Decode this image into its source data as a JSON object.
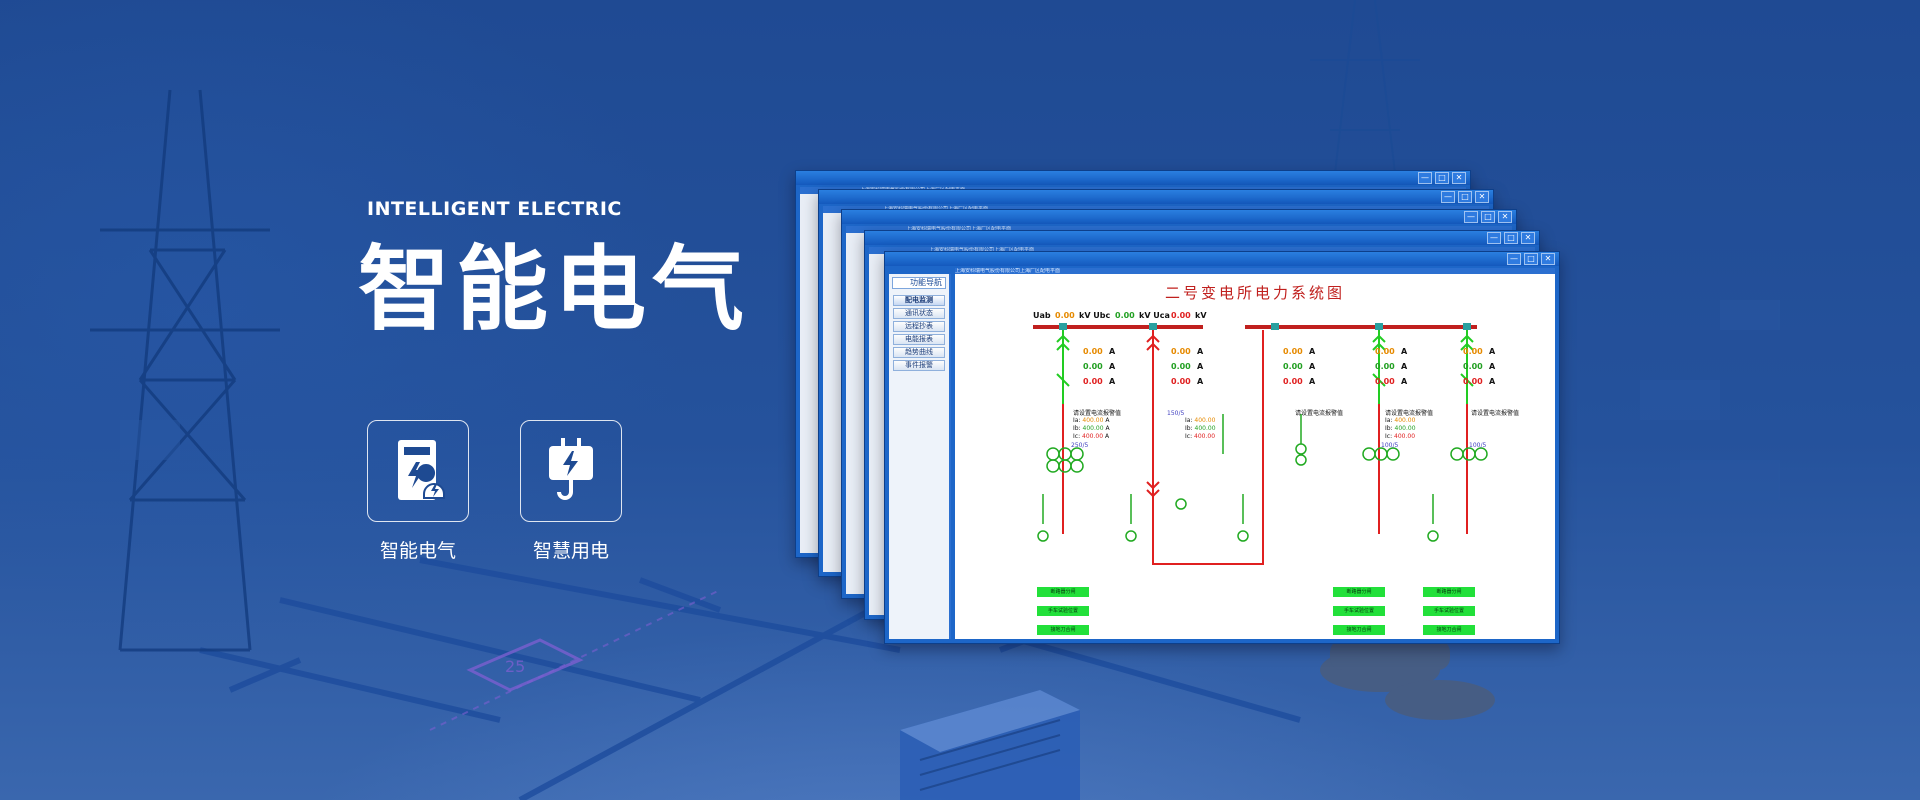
{
  "hero": {
    "kicker": "INTELLIGENT ELECTRIC",
    "title": "智能电气"
  },
  "features": [
    {
      "label": "智能电气",
      "icon": "smart-meter-icon"
    },
    {
      "label": "智慧用电",
      "icon": "power-plug-icon"
    }
  ],
  "app": {
    "window_title": "上海安科瑞电气股份有限公司上海厂区配电平面",
    "nav_title": "功能导航",
    "nav_items": [
      "配电监测",
      "通讯状态",
      "远程抄表",
      "电能报表",
      "趋势曲线",
      "事件报警"
    ],
    "scheme_title": "二号变电所电力系统图",
    "bus_left": {
      "uab_label": "Uab",
      "uab": "0.00",
      "ubc_label": "kV Ubc",
      "ubc": "0.00",
      "uca_label": "kV Uca",
      "uca": "0.00",
      "unit": "kV"
    },
    "current_unit": "A",
    "zero": "0.00",
    "limit_label": "请设置电流报警值",
    "limit_rows": [
      "Ia:",
      "Ib:",
      "Ic:"
    ],
    "limit_value": "400.00",
    "limit_unit": "A",
    "ct_ratio": "250/5",
    "ct_ratio_2": "150/5",
    "ct_ratio_3": "100/5",
    "status_badges": [
      "断路器分闸",
      "手车试验位置",
      "接地刀合闸"
    ],
    "window_buttons": [
      "—",
      "□",
      "✕"
    ],
    "colors": {
      "alarm": "#e02020",
      "normal": "#22a022",
      "warning": "#e68a00",
      "badge": "#22e03a"
    }
  }
}
